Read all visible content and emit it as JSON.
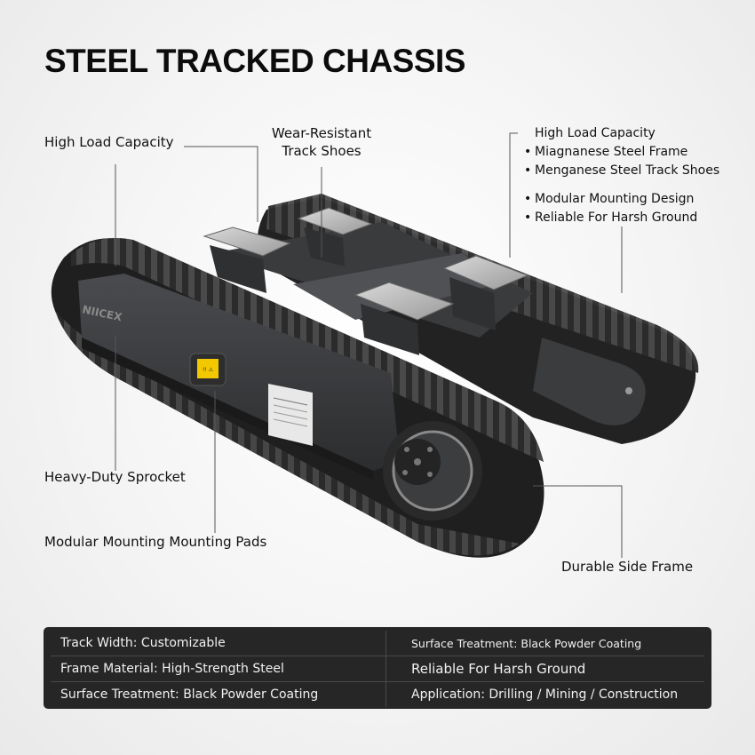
{
  "title": "STEEL TRACKED CHASSIS",
  "callouts": {
    "high_load_left": "High Load Capacity",
    "wear_resistant_line1": "Wear-Resistant",
    "wear_resistant_line2": "Track Shoes",
    "heavy_duty_sprocket": "Heavy-Duty Sprocket",
    "modular_pads": "Modular Mounting Mounting Pads",
    "durable_frame": "Durable Side Frame"
  },
  "right_list": {
    "items": [
      "High Load Capacity",
      "Miagnanese Steel Frame",
      "Menganese Steel Track Shoes",
      "Modular Mounting Design",
      "Reliable For Harsh Ground"
    ]
  },
  "product": {
    "brand_mark": "NIICEX",
    "warning_badge": "!! ⚠",
    "colors": {
      "track": "#2a2a2a",
      "frame": "#3a3b3d",
      "pad": "#bfbfbf",
      "badge": "#f2c800"
    }
  },
  "specs": {
    "rows": [
      {
        "left": "Track Width: Customizable",
        "right": "Surface Treatment: Black Powder Coating"
      },
      {
        "left": "Frame Material: High-Strength Steel",
        "right": "Reliable For Harsh Ground"
      },
      {
        "left": "Surface Treatment: Black Powder Coating",
        "right": "Application: Drilling / Mining / Construction"
      }
    ]
  }
}
